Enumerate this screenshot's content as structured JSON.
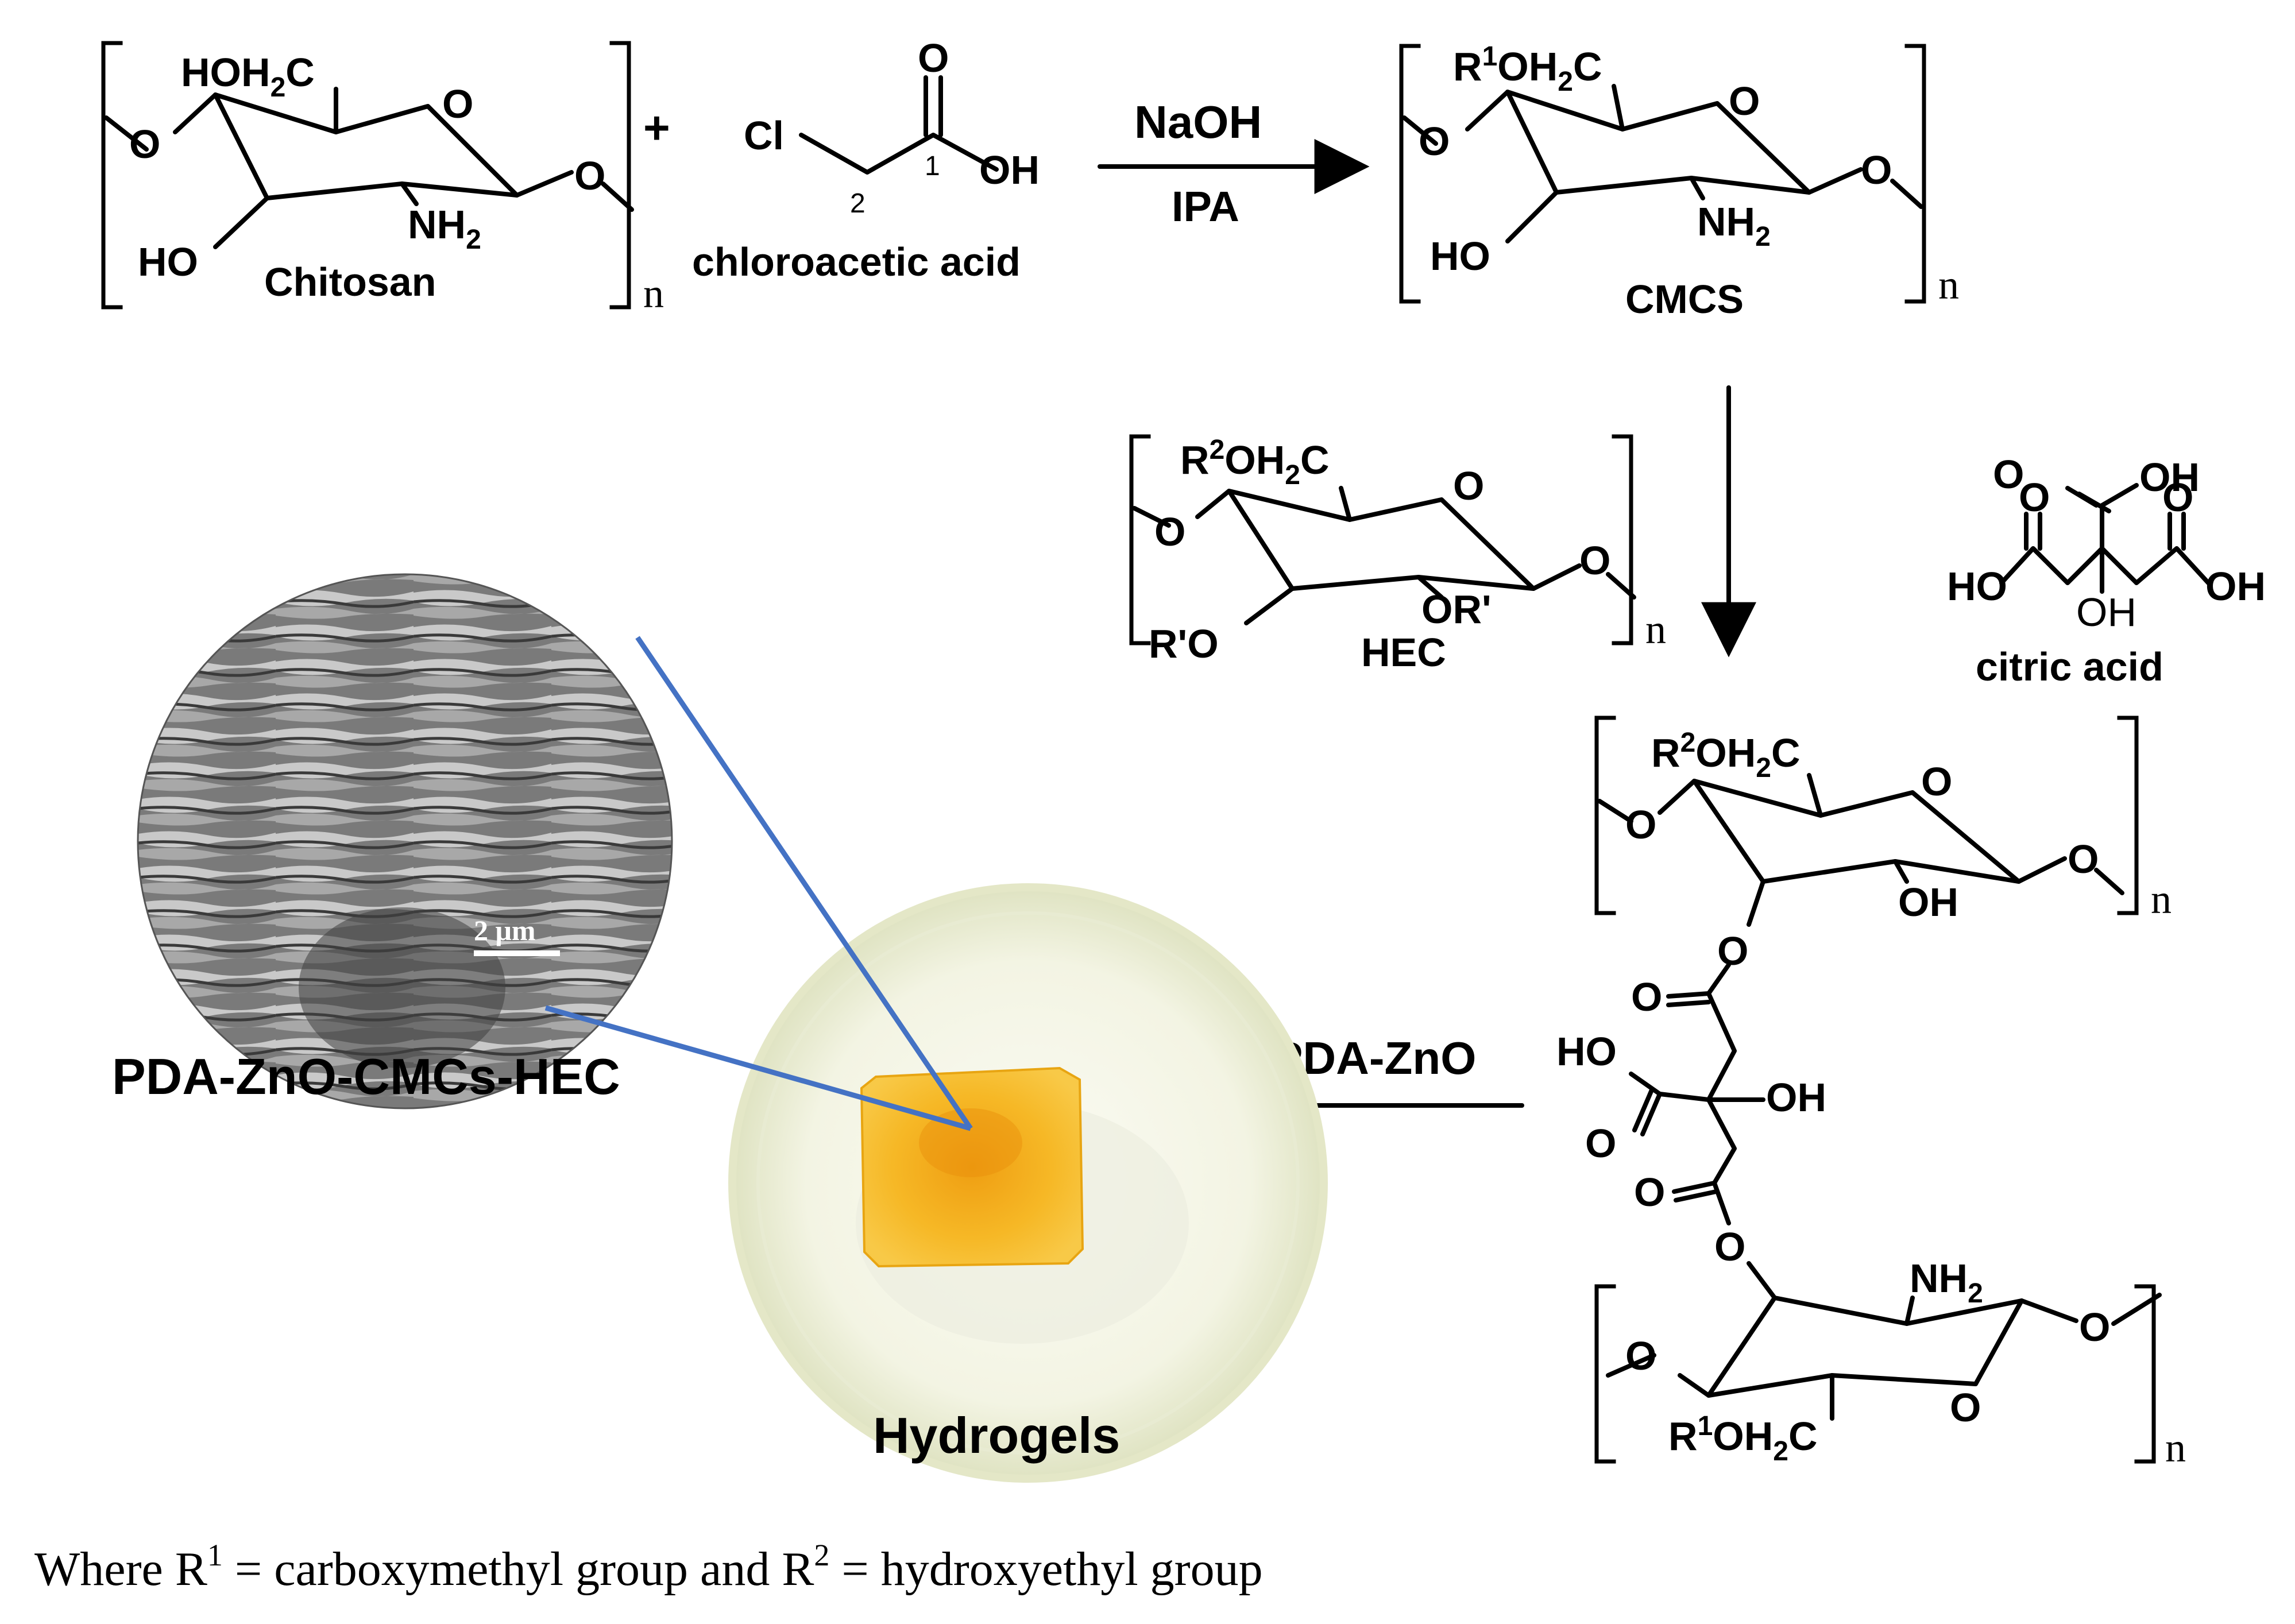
{
  "reaction1": {
    "chitosan_label": "Chitosan",
    "chitosan_ch2": "HOH",
    "chitosan_c": "C",
    "chitosan_ring_o": "O",
    "chitosan_link_o_left": "O",
    "chitosan_link_o_right": "O",
    "chitosan_nh": "NH",
    "chitosan_ho": "HO",
    "plus": "+",
    "n": "n",
    "reagent_label": "chloroacetic acid",
    "reagent_cl": "Cl",
    "reagent_o": "O",
    "reagent_oh": "OH",
    "reagent_num_1": "1",
    "reagent_num_2": "2",
    "conditions_top": "NaOH",
    "conditions_bottom": "IPA"
  },
  "cmcs": {
    "label": "CMCS",
    "r": "R",
    "r_sup": "1",
    "ch2": "OH",
    "c": "C",
    "ring_o": "O",
    "link_o_left": "O",
    "link_o_right": "O",
    "nh": "NH",
    "ho": "HO",
    "n": "n"
  },
  "hec": {
    "label": "HEC",
    "r": "R",
    "r_sup": "2",
    "ch2": "OH",
    "c": "C",
    "ring_o": "O",
    "link_o_left": "O",
    "link_o_right": "O",
    "or": "OR'",
    "ro": "R'O",
    "n": "n"
  },
  "citric_acid": {
    "label": "citric acid",
    "ho_left": "HO",
    "oh_right": "OH",
    "oh_top": "OH",
    "oh_center": "OH",
    "o_top": "O",
    "o_left": "O",
    "o_right": "O"
  },
  "crosslinked": {
    "top_r": "R",
    "top_r_sup": "2",
    "top_ch2": "OH",
    "top_c": "C",
    "top_ring_o": "O",
    "top_link_o_left": "O",
    "top_link_o_right": "O",
    "top_oh": "OH",
    "ester_o1": "O",
    "carbonyl_o1": "O",
    "ho_acid": "HO",
    "oh_center": "OH",
    "carbonyl_o_acid": "O",
    "carbonyl_o2": "O",
    "ester_o2": "O",
    "bottom_nh": "NH",
    "bottom_link_o_left": "O",
    "bottom_link_o_right": "O",
    "bottom_ring_o": "O",
    "bottom_r": "R",
    "bottom_r_sup": "1",
    "bottom_ch2": "OH",
    "bottom_c": "C",
    "n_top": "n",
    "n_bottom": "n"
  },
  "arrow_reagent": "PDA-ZnO",
  "sem": {
    "scale_bar_label": "2 μm",
    "label": "PDA-ZnO-CMCs-HEC"
  },
  "photo_label": "Hydrogels",
  "footnote": {
    "part1": "Where R",
    "sup1": "1",
    "part2": " = carboxymethyl group and R",
    "sup2": "2",
    "part3": " = hydroxyethyl group"
  },
  "colors": {
    "zoom_line": "#4472c4",
    "hydrogel": "#f2b01c",
    "dish_rim": "#e9edc9",
    "sem_gray": "#6f6f6f"
  }
}
